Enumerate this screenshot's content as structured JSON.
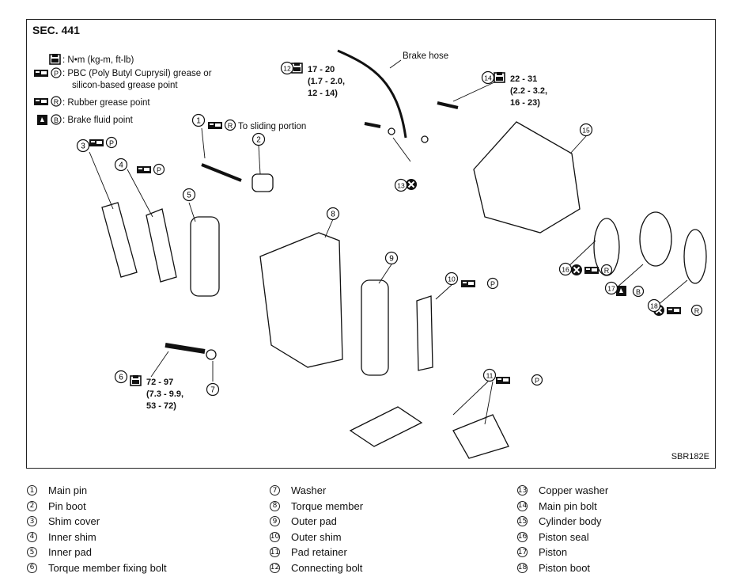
{
  "section": "SEC. 441",
  "figure_id": "SBR182E",
  "key": {
    "torque": ": N•m (kg-m, ft-lb)",
    "pbc_line1": ": PBC (Poly Butyl Cuprysil) grease or",
    "pbc_line2": "silicon-based grease point",
    "rubber": ": Rubber grease point",
    "fluid": ": Brake fluid point"
  },
  "symbols": {
    "P": "P",
    "R": "R",
    "B": "B"
  },
  "callouts": {
    "c1_note": "To sliding portion",
    "brake_hose": "Brake hose",
    "c12_t1": "17 - 20",
    "c12_t2": "(1.7 - 2.0,",
    "c12_t3": "12 - 14)",
    "c14_t1": "22 - 31",
    "c14_t2": "(2.2 - 3.2,",
    "c14_t3": "16 - 23)",
    "c6_t1": "72 - 97",
    "c6_t2": "(7.3 - 9.9,",
    "c6_t3": "53 - 72)"
  },
  "numbers": [
    "1",
    "2",
    "3",
    "4",
    "5",
    "6",
    "7",
    "8",
    "9",
    "10",
    "11",
    "12",
    "13",
    "14",
    "15",
    "16",
    "17",
    "18"
  ],
  "parts": [
    {
      "num": "1",
      "name": "Main pin"
    },
    {
      "num": "2",
      "name": "Pin boot"
    },
    {
      "num": "3",
      "name": "Shim cover"
    },
    {
      "num": "4",
      "name": "Inner shim"
    },
    {
      "num": "5",
      "name": "Inner pad"
    },
    {
      "num": "6",
      "name": "Torque member fixing bolt"
    },
    {
      "num": "7",
      "name": "Washer"
    },
    {
      "num": "8",
      "name": "Torque member"
    },
    {
      "num": "9",
      "name": "Outer pad"
    },
    {
      "num": "10",
      "name": "Outer shim"
    },
    {
      "num": "11",
      "name": "Pad retainer"
    },
    {
      "num": "12",
      "name": "Connecting bolt"
    },
    {
      "num": "13",
      "name": "Copper washer"
    },
    {
      "num": "14",
      "name": "Main pin bolt"
    },
    {
      "num": "15",
      "name": "Cylinder body"
    },
    {
      "num": "16",
      "name": "Piston seal"
    },
    {
      "num": "17",
      "name": "Piston"
    },
    {
      "num": "18",
      "name": "Piston boot"
    }
  ]
}
